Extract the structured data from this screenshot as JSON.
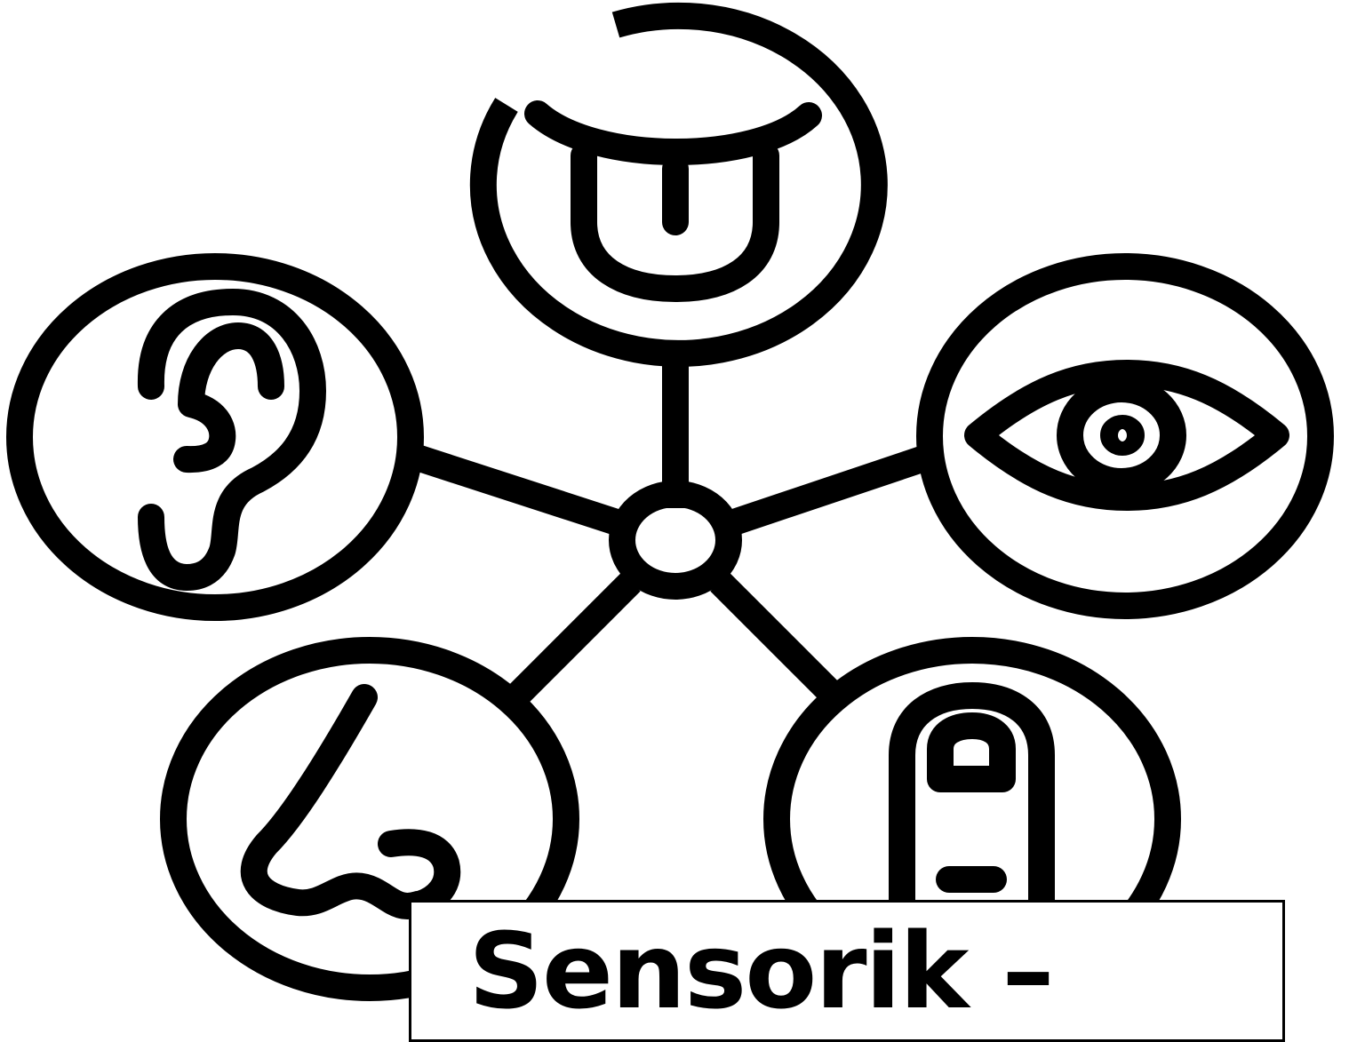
{
  "colors": {
    "ink": "#000000",
    "background": "#ffffff"
  },
  "diagram": {
    "hub": "hub-circle",
    "senses": [
      {
        "name": "taste",
        "icon": "tongue-icon"
      },
      {
        "name": "hearing",
        "icon": "ear-icon"
      },
      {
        "name": "sight",
        "icon": "eye-icon"
      },
      {
        "name": "smell",
        "icon": "nose-icon"
      },
      {
        "name": "touch",
        "icon": "finger-icon"
      }
    ]
  },
  "title": {
    "text": "Sensorik –"
  }
}
